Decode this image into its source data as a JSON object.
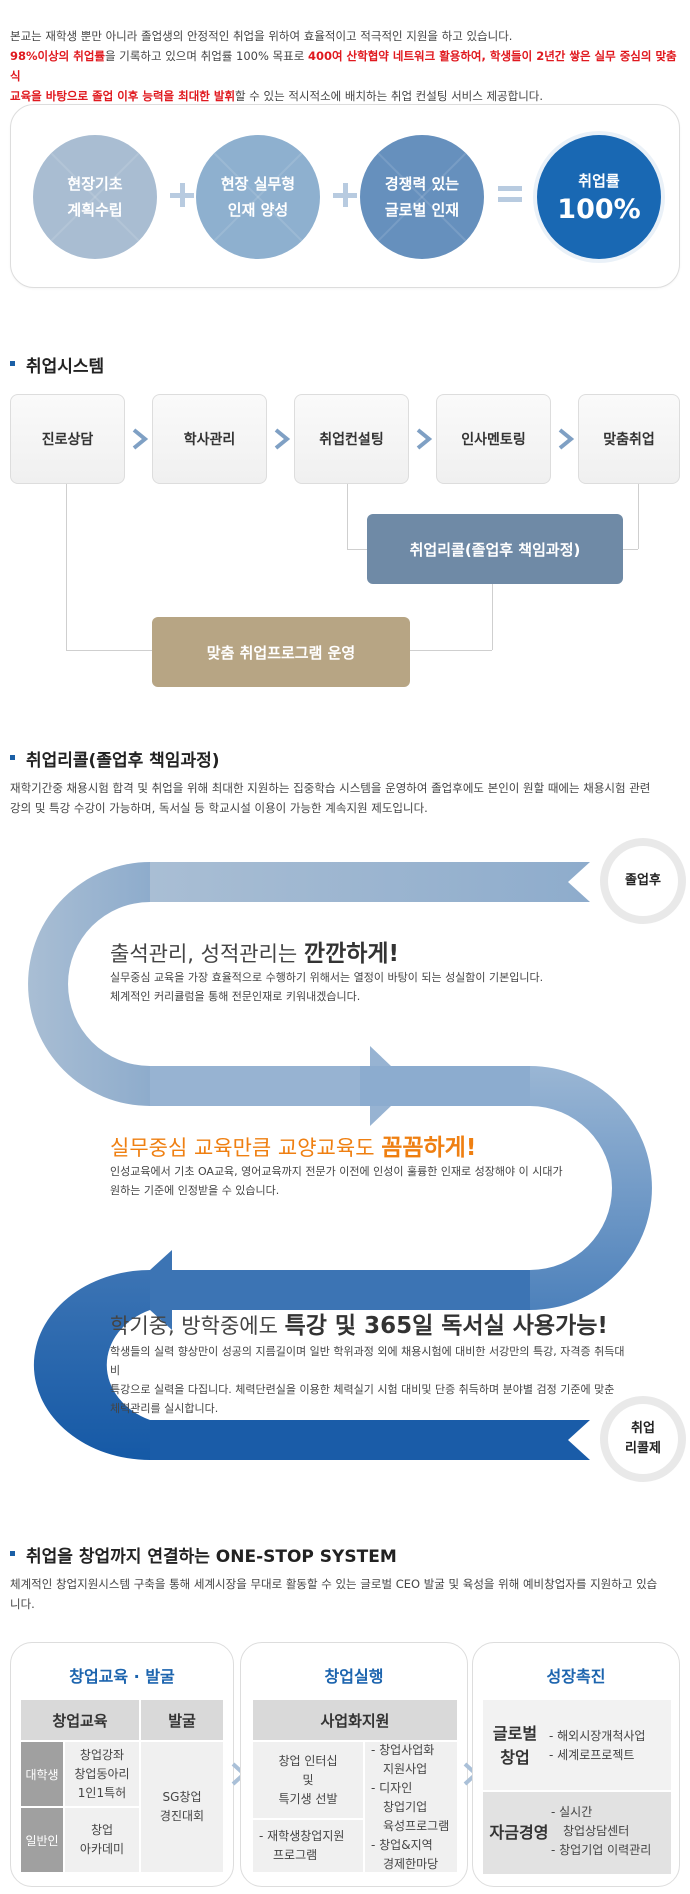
{
  "intro": {
    "line1": "본교는 재학생 뿐만 아니라 졸업생의 안정적인 취업을 위하여 효율적이고 적극적인 지원을 하고 있습니다.",
    "line2_red1": "98%이상의 취업률",
    "line2_a": "을 기록하고 있으며 취업률 100% 목표로 ",
    "line2_red2": "400여 산학협약 네트워크 활용하여, 학생들이 2년간 쌓은 실무 중심의 맞춤식",
    "line3_red": "교육을 바탕으로 졸업 이후 능력을 최대한 발휘",
    "line3_b": "할 수 있는 적시적소에 배치하는 취업 컨설팅 서비스 제공합니다."
  },
  "rate": {
    "c1": [
      "현장기초",
      "계획수립"
    ],
    "c2": [
      "현장 실무형",
      "인재 양성"
    ],
    "c3": [
      "경쟁력 있는",
      "글로벌 인재"
    ],
    "c4_label": "취업률",
    "c4_value": "100%"
  },
  "system": {
    "title": "취업시스템",
    "steps": [
      "진로상담",
      "학사관리",
      "취업컨설팅",
      "인사멘토링",
      "맞춤취업"
    ],
    "recall_bar": "취업리콜(졸업후 책임과정)",
    "program_bar": "맞춤 취업프로그램 운영"
  },
  "recall": {
    "title": "취업리콜(졸업후 책임과정)",
    "desc1": "재학기간중 채용시험 합격 및 취업을 위해 최대한 지원하는 집중학습 시스템을 운영하여 졸업후에도 본인이 원할 때에는 채용시험 관련",
    "desc2": "강의 및 특강 수강이 가능하며, 독서실 등 학교시설 이용이 가능한 계속지원 제도입니다.",
    "badge_top": "졸업후",
    "badge_bottom": [
      "취업",
      "리콜제"
    ],
    "h1_a": "출석관리, 성적관리는 ",
    "h1_b": "깐깐하게!",
    "b1": [
      "실무중심 교육을 가장 효율적으로 수행하기 위해서는 열정이 바탕이 되는 성실함이 기본입니다.",
      "체계적인 커리큘럼을 통해 전문인재로 키워내겠습니다."
    ],
    "h2_a": "실무중심 교육만큼 교양교육도 ",
    "h2_b": "꼼꼼하게!",
    "b2": [
      "인성교육에서 기초 OA교육, 영어교육까지 전문가 이전에 인성이 훌륭한 인재로 성장해야 이 시대가",
      "원하는 기준에 인정받을 수 있습니다."
    ],
    "h3_a": "학기중, 방학중에도 ",
    "h3_b": "특강 및 365일 독서실 사용가능!",
    "b3": [
      "학생들의 실력 향상만이 성공의 지름길이며 일반 학위과정 외에 채용시험에 대비한 서강만의 특강, 자격증 취득대비",
      "특강으로 실력을 다집니다. 체력단련실을 이용한 체력실기 시험 대비및 단증 취득하며 분야별 검정 기준에 맞춘",
      "체력관리를 실시합니다."
    ]
  },
  "onestop": {
    "title": "취업을 창업까지 연결하는 ONE-STOP SYSTEM",
    "desc1": "체계적인 창업지원시스템 구축을 통해 세계시장을 무대로 활동할 수 있는 글로벌 CEO 발굴 및 육성을 위해 예비창업자를 지원하고 있습",
    "desc2": "니다.",
    "p1": {
      "title": "창업교육 · 발굴",
      "h_edu": "창업교육",
      "h_disc": "발굴",
      "side1": "대학생",
      "side2": "일반인",
      "cell1": [
        "창업강좌",
        "창업동아리",
        "1인1특허"
      ],
      "cell2": [
        "창업",
        "아카데미"
      ],
      "cell3": [
        "SG창업",
        "경진대회"
      ]
    },
    "p2": {
      "title": "창업실행",
      "header": "사업화지원",
      "left1": [
        "창업 인터십",
        "및",
        "특기생 선발"
      ],
      "left2": [
        "- 재학생창업지원",
        "프로그램"
      ],
      "right": [
        "- 창업사업화",
        "지원사업",
        "- 디자인",
        "창업기업",
        "육성프로그램",
        "- 창업&지역",
        "경제한마당"
      ]
    },
    "p3": {
      "title": "성장촉진",
      "row1_label": [
        "글로벌",
        "창업"
      ],
      "row1_items": [
        "- 해외시장개척사업",
        "- 세계로프로젝트"
      ],
      "row2_label": "자금경영",
      "row2_items": [
        "- 실시간",
        "창업상담센터",
        "- 창업기업 이력관리"
      ]
    }
  },
  "colors": {
    "accent_blue": "#1c64ae",
    "emphasis_red": "#e0191f",
    "emphasis_orange": "#ef7f11",
    "recall_bar": "#6f8aa6",
    "program_bar": "#b7a584"
  }
}
